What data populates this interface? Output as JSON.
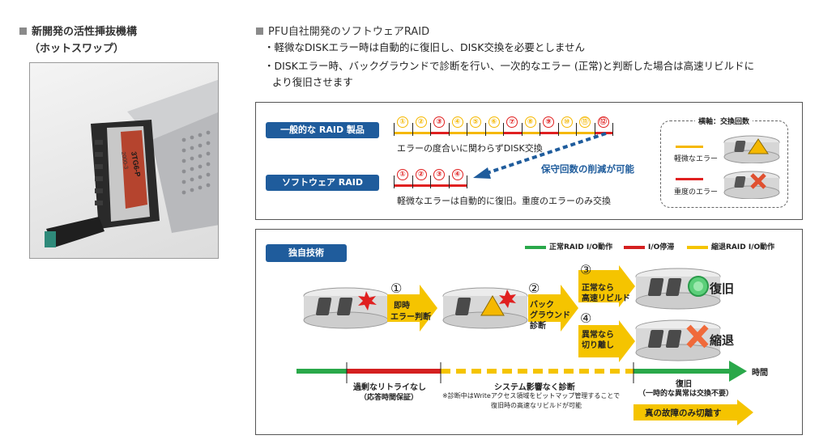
{
  "left": {
    "heading_line1": "新開発の活性挿抜機構",
    "heading_line2": "（ホットスワップ）",
    "drive_label_1": "3TG6-P",
    "drive_label_2": "2000-3"
  },
  "right": {
    "heading": "PFU自社開発のソフトウェアRAID",
    "bullets": [
      "・軽微なDISKエラー時は自動的に復旧し、DISK交換を必要としません",
      "・DISKエラー時、バックグラウンドで診断を行い、一次的なエラー (正常)と判断した場合は高速リビルドに",
      "より復旧させます"
    ]
  },
  "compare": {
    "row1_label": "一般的な RAID 製品",
    "row1_nums": [
      "①",
      "②",
      "③",
      "④",
      "⑤",
      "⑥",
      "⑦",
      "⑧",
      "⑨",
      "⑩",
      "⑪",
      "⑫"
    ],
    "row1_colors": [
      "#f5b800",
      "#f5b800",
      "#e02020",
      "#f5b800",
      "#f5b800",
      "#f5b800",
      "#e02020",
      "#f5b800",
      "#e02020",
      "#f5b800",
      "#f5b800",
      "#e02020"
    ],
    "row1_caption": "エラーの度合いに関わらずDISK交換",
    "row2_label": "ソフトウェア RAID",
    "row2_nums": [
      "①",
      "②",
      "③",
      "④"
    ],
    "row2_colors": [
      "#e02020",
      "#e02020",
      "#e02020",
      "#e02020"
    ],
    "row2_caption": "軽微なエラーは自動的に復旧。重度のエラーのみ交換",
    "arrow_label": "保守回数の削減が可能",
    "legend_title": "横軸：交換回数",
    "legend_minor": "軽微なエラー",
    "legend_severe": "重度のエラー",
    "color_minor": "#f5b800",
    "color_severe": "#e02020"
  },
  "tech": {
    "title": "独自技術",
    "legend_normal": "正常RAID I/O動作",
    "legend_stop": "I/O停滞",
    "legend_degraded": "縮退RAID I/O動作",
    "color_normal": "#2aa84a",
    "color_stop": "#d42020",
    "color_degraded": "#f5c400",
    "step1_num": "①",
    "step1_text_1": "即時",
    "step1_text_2": "エラー判断",
    "step2_num": "②",
    "step2_text_1": "バック",
    "step2_text_2": "グラウンド",
    "step2_text_3": "診断",
    "step3_num": "③",
    "step3_text_1": "正常なら",
    "step3_text_2": "高速リビルド",
    "step4_num": "④",
    "step4_text_1": "異常なら",
    "step4_text_2": "切り離し",
    "result_recover": "復旧",
    "result_degrade": "縮退",
    "time_label": "時間",
    "seg1_line1": "過剰なリトライなし",
    "seg1_line2": "（応答時間保証）",
    "seg2_line1": "システム影響なく診断",
    "seg2_note1": "※診断中はWriteアクセス領域をビットマップ管理することで",
    "seg2_note2": "復旧時の高速なリビルドが可能",
    "seg3_line1": "復旧",
    "seg3_line2": "（一時的な異常は交換不要）",
    "seg4_line1": "真の故障のみ切離す"
  }
}
